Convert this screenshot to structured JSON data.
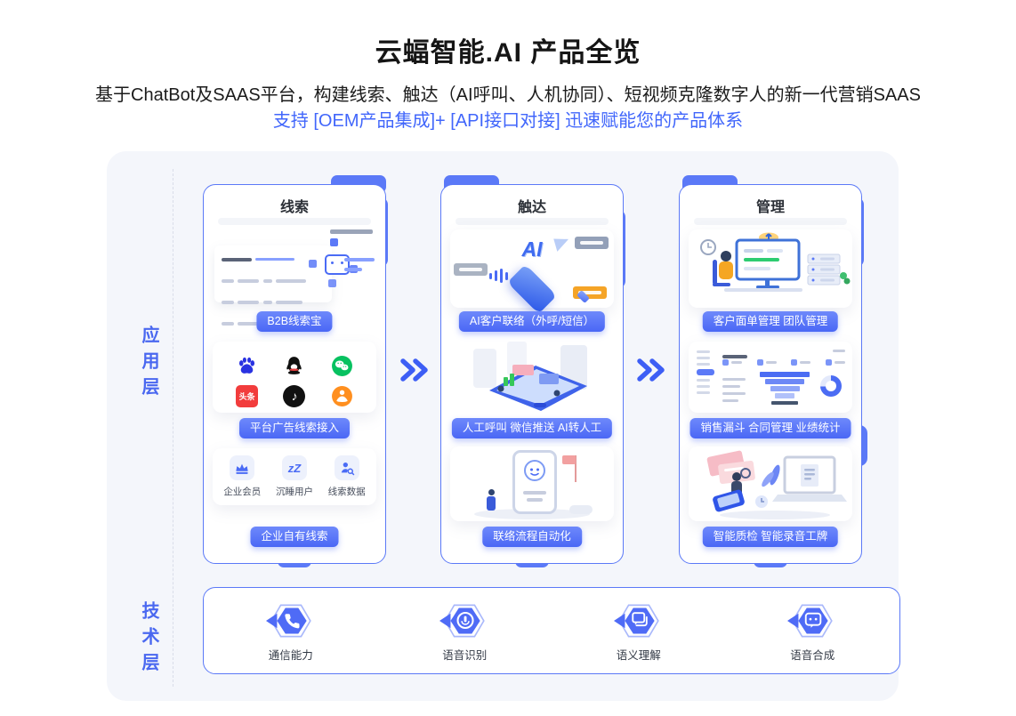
{
  "header": {
    "title": "云蝠智能.AI 产品全览",
    "subtitle": "基于ChatBot及SAAS平台，构建线索、触达（AI呼叫、人机协同）、短视频克隆数字人的新一代营销SAAS",
    "highlight": "支持 [OEM产品集成]+ [API接口对接] 迅速赋能您的产品体系"
  },
  "layer_labels": {
    "application": "应用层",
    "technology": "技术层"
  },
  "columns": {
    "leads": {
      "title": "线索",
      "button_b2b": "B2B线索宝",
      "button_platform_ads": "平台广告线索接入",
      "button_own_leads": "企业自有线索",
      "sleep_glyph": "zZ",
      "platforms": {
        "toutiao_label": "头条",
        "icons": [
          "baidu-icon",
          "qq-icon",
          "wechat-icon",
          "toutiao-icon",
          "douyin-icon",
          "orange-figure-icon"
        ]
      },
      "own_lead_features": [
        {
          "label": "企业会员",
          "icon": "crown-icon"
        },
        {
          "label": "沉睡用户",
          "icon": "sleeping-zz-icon"
        },
        {
          "label": "线索数据",
          "icon": "lead-search-icon"
        }
      ]
    },
    "reach": {
      "title": "触达",
      "ai_badge": "AI",
      "button_ai_contact": "AI客户联络（外呼/短信）",
      "button_manual": "人工呼叫 微信推送 AI转人工",
      "button_automation": "联络流程自动化"
    },
    "manage": {
      "title": "管理",
      "button_customer": "客户面单管理 团队管理",
      "button_sales": "销售漏斗 合同管理 业绩统计",
      "button_qc": "智能质检 智能录音工牌"
    }
  },
  "tech_layer": {
    "items": [
      {
        "label": "通信能力",
        "icon": "phone-icon"
      },
      {
        "label": "语音识别",
        "icon": "voice-recognition-icon"
      },
      {
        "label": "语义理解",
        "icon": "semantic-understanding-icon"
      },
      {
        "label": "语音合成",
        "icon": "speech-synthesis-icon"
      }
    ]
  },
  "colors": {
    "accent": "#4d6bf6",
    "highlight_text": "#4166fb",
    "panel_bg": "#f4f6fb",
    "button_gradient_top": "#6e89fb",
    "button_gradient_bottom": "#4a67f5",
    "tag_orange": "#f5a427",
    "wechat_green": "#07c160",
    "toutiao_red": "#f23c3c",
    "baidu_blue": "#2932e1"
  }
}
